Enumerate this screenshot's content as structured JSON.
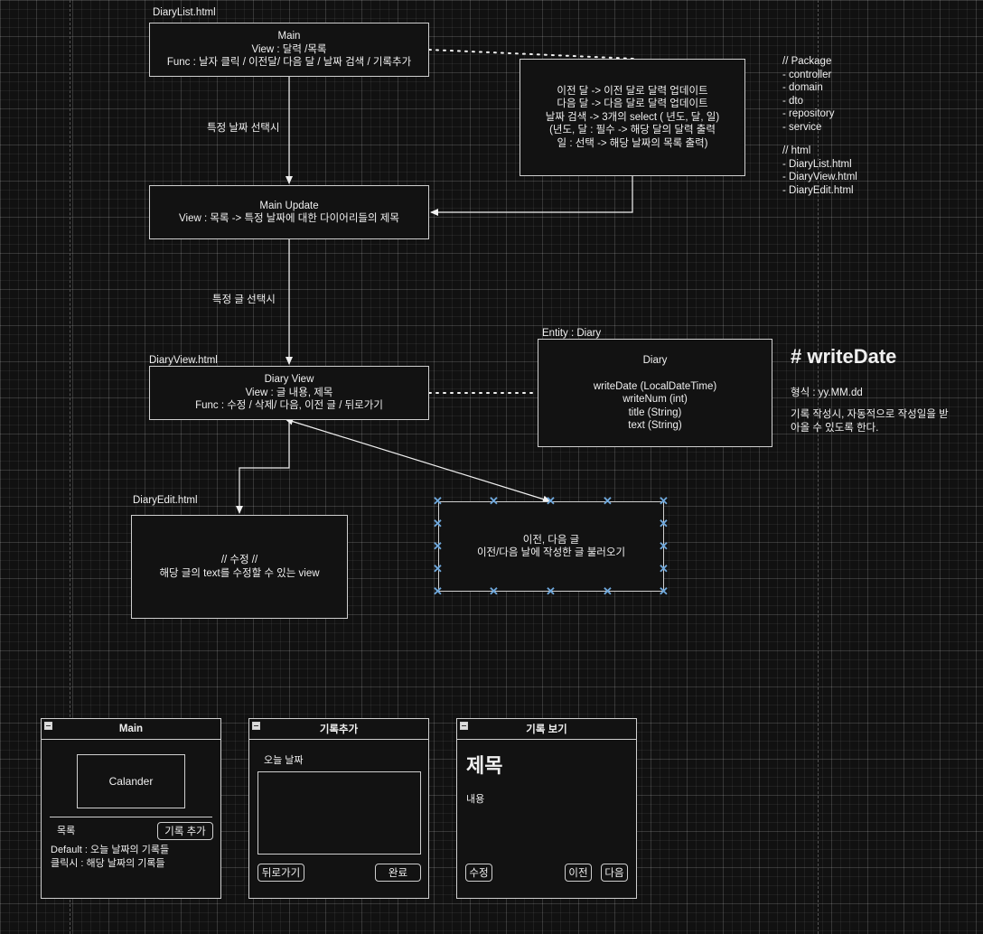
{
  "file_labels": {
    "list": "DiaryList.html",
    "view": "DiaryView.html",
    "edit": "DiaryEdit.html",
    "entity": "Entity : Diary"
  },
  "nodes": {
    "main": [
      "Main",
      "View : 달력 /목록",
      "Func : 날자 클릭 / 이전달/ 다음 달 / 날짜 검색 / 기록추가"
    ],
    "calendar_note": [
      "이전 달 -> 이전 달로 달력 업데이트",
      "다음 달 -> 다음 달로 달력 업데이트",
      "날짜 검색 -> 3개의 select ( 년도, 달, 일)",
      "(년도, 달 : 필수 -> 해당 달의 달력 출력",
      "일 : 선택 -> 해당 날짜의 목록 출력)"
    ],
    "main_update": [
      "Main Update",
      "View : 목록 -> 특정 날짜에 대한 다이어리들의 제목"
    ],
    "diary_view": [
      "Diary View",
      "View : 글 내용, 제목",
      "Func : 수정 / 삭제/  다음, 이전 글 / 뒤로가기"
    ],
    "entity": [
      "Diary",
      "",
      "writeDate (LocalDateTime)",
      "writeNum (int)",
      "title (String)",
      "text (String)"
    ],
    "edit": [
      "// 수정 //",
      "해당 글의 text를 수정할 수 있는 view"
    ],
    "prev_next": [
      "이전, 다음 글",
      "이전/다음 날에 작성한 글 불러오기"
    ]
  },
  "edge_labels": {
    "select_date": "특정 날짜 선택시",
    "select_post": "특정 글 선택시"
  },
  "sidebar": {
    "package": [
      "// Package",
      "- controller",
      "- domain",
      "- dto",
      "- repository",
      "- service"
    ],
    "html": [
      "// html",
      "- DiaryList.html",
      "- DiaryView.html",
      "- DiaryEdit.html"
    ]
  },
  "write_date": {
    "heading": "# writeDate",
    "format": "형식 : yy.MM.dd",
    "desc": [
      "기록 작성시, 자동적으로 작성일을 받",
      "아올 수 있도록 한다."
    ]
  },
  "mockups": {
    "main": {
      "title": "Main",
      "calendar": "Calander",
      "list_label": "목록",
      "add_button": "기록 추가",
      "note": [
        "Default : 오늘 날짜의 기록들",
        "클릭시 : 해당 날짜의 기록들"
      ]
    },
    "add": {
      "title": "기록추가",
      "date_label": "오늘 날짜",
      "back_button": "뒤로가기",
      "done_button": "완료"
    },
    "view": {
      "title": "기록 보기",
      "heading": "제목",
      "content_label": "내용",
      "edit_button": "수정",
      "prev_button": "이전",
      "next_button": "다음"
    }
  }
}
